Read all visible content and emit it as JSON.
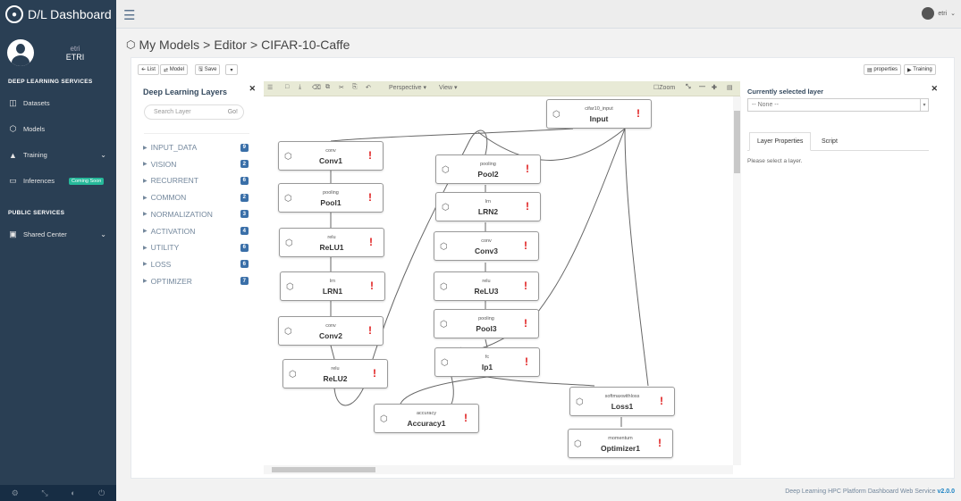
{
  "app": {
    "brand": "D/L Dashboard"
  },
  "profile": {
    "name": "etri",
    "org": "ETRI"
  },
  "sidebar": {
    "section1": "DEEP LEARNING SERVICES",
    "items1": [
      {
        "icon": "database-icon",
        "label": "Datasets"
      },
      {
        "icon": "cube-icon",
        "label": "Models"
      },
      {
        "icon": "flask-icon",
        "label": "Training"
      },
      {
        "icon": "laptop-icon",
        "label": "Inferences",
        "badge": "Coming Soon"
      }
    ],
    "section2": "PUBLIC SERVICES",
    "items2": [
      {
        "icon": "share-icon",
        "label": "Shared Center"
      }
    ]
  },
  "topbar": {
    "user": "etri"
  },
  "breadcrumb": {
    "part1": "My Models",
    "part2": "Editor",
    "part3": "CIFAR-10-Caffe",
    "sep": ">"
  },
  "actions": {
    "list": "List",
    "model": "Model",
    "save": "Save",
    "properties": "properties",
    "training": "Training"
  },
  "layers_panel": {
    "title": "Deep Learning Layers",
    "search_placeholder": "Search Layer",
    "go": "Go!",
    "categories": [
      {
        "label": "INPUT_DATA",
        "count": "9"
      },
      {
        "label": "VISION",
        "count": "2"
      },
      {
        "label": "RECURRENT",
        "count": "6"
      },
      {
        "label": "COMMON",
        "count": "2"
      },
      {
        "label": "NORMALIZATION",
        "count": "3"
      },
      {
        "label": "ACTIVATION",
        "count": "4"
      },
      {
        "label": "UTILITY",
        "count": "6"
      },
      {
        "label": "LOSS",
        "count": "6"
      },
      {
        "label": "OPTIMIZER",
        "count": "7"
      }
    ]
  },
  "toolbar": {
    "perspective": "Perspective",
    "view": "View",
    "zoom": "Zoom"
  },
  "nodes": [
    {
      "id": "input",
      "type": "cifar10_input",
      "name": "Input"
    },
    {
      "id": "conv1",
      "type": "conv",
      "name": "Conv1"
    },
    {
      "id": "pool1",
      "type": "pooling",
      "name": "Pool1"
    },
    {
      "id": "relu1",
      "type": "relu",
      "name": "ReLU1"
    },
    {
      "id": "lrn1",
      "type": "lrn",
      "name": "LRN1"
    },
    {
      "id": "conv2",
      "type": "conv",
      "name": "Conv2"
    },
    {
      "id": "relu2",
      "type": "relu",
      "name": "ReLU2"
    },
    {
      "id": "pool2",
      "type": "pooling",
      "name": "Pool2"
    },
    {
      "id": "lrn2",
      "type": "lrn",
      "name": "LRN2"
    },
    {
      "id": "conv3",
      "type": "conv",
      "name": "Conv3"
    },
    {
      "id": "relu3",
      "type": "relu",
      "name": "ReLU3"
    },
    {
      "id": "pool3",
      "type": "pooling",
      "name": "Pool3"
    },
    {
      "id": "ip1",
      "type": "fc",
      "name": "Ip1"
    },
    {
      "id": "accuracy1",
      "type": "accuracy",
      "name": "Accuracy1"
    },
    {
      "id": "loss1",
      "type": "softmaxwithloss",
      "name": "Loss1"
    },
    {
      "id": "optimizer1",
      "type": "momentum",
      "name": "Optimizer1"
    }
  ],
  "properties_panel": {
    "header": "Currently selected layer",
    "select_value": "-- None --",
    "tabs": [
      "Layer Properties",
      "Script"
    ],
    "note": "Please select a layer."
  },
  "footer": {
    "text": "Deep Learning HPC Platform Dashboard Web Service",
    "version": "v2.0.0"
  },
  "colors": {
    "sidebar": "#2a3f54",
    "accent": "#26b99a",
    "badge": "#3a6fa8",
    "warning": "#e02020"
  }
}
